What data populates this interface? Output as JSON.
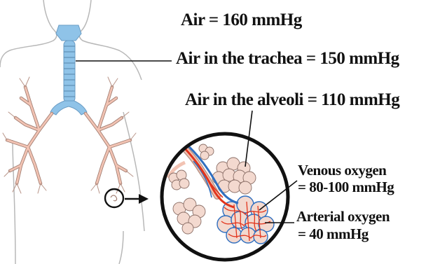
{
  "labels": {
    "air": "Air = 160 mmHg",
    "trachea": "Air in the trachea = 150 mmHg",
    "alveoli": "Air in the alveoli = 110 mmHg",
    "venous_line1": "Venous oxygen",
    "venous_line2": "= 80-100 mmHg",
    "arterial_line1": "Arterial oxygen",
    "arterial_line2": "= 40 mmHg"
  },
  "colors": {
    "body_outline": "#b8b8b8",
    "trachea": "#8fc3e8",
    "bronchi": "#f2c3b3",
    "bronchi_stroke": "#a07c70",
    "alveoli": "#f3d9cf",
    "alveoli_stroke": "#8a6e66",
    "vein": "#2f6fc0",
    "artery": "#e2341c",
    "text": "#111111"
  }
}
